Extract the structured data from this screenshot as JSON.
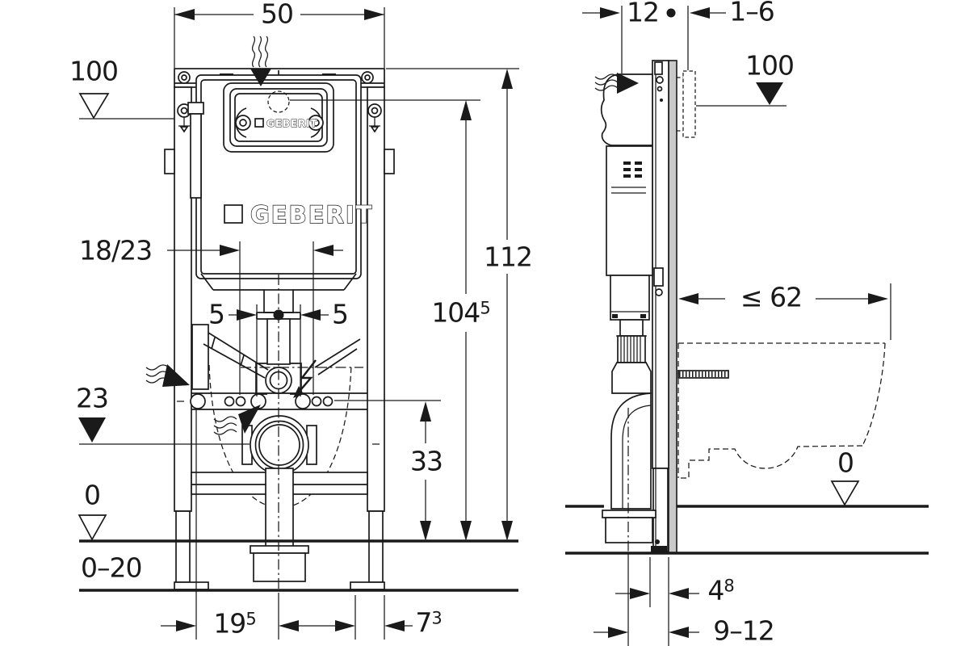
{
  "colors": {
    "line": "#1a1a1a",
    "wall_fill": "#c9c9c9",
    "background": "#ffffff"
  },
  "brand": {
    "logo_large": "GEBERIT",
    "logo_small": "GEBERIT"
  },
  "front_view": {
    "frame_width": "50",
    "level_top": "100",
    "anchor_spacing": "18/23",
    "offset_left": "5",
    "offset_right": "5",
    "outlet_level": "23",
    "floor_level": "0",
    "floor_buildup_range": "0–20",
    "foot_offset": {
      "base": "19",
      "sup": "5"
    },
    "edge_offset": {
      "base": "7",
      "sup": "3"
    },
    "fixing_height": "33",
    "flush_connection_height": {
      "base": "104",
      "sup": "5"
    },
    "frame_height": "112"
  },
  "side_view": {
    "frame_depth": "12",
    "finished_wall_range": "1–6",
    "level_top": "100",
    "bowl_depth_max": "≤ 62",
    "floor_level": "0",
    "wall_clearance": {
      "base": "4",
      "sup": "8"
    },
    "outlet_offset_range": "9–12"
  },
  "icons": {
    "water_flow": "wavy-arrow",
    "electrical_connection": "lightning-bolt",
    "level_reference_filled": "filled-triangle-marker",
    "level_reference_open": "open-triangle-marker"
  }
}
